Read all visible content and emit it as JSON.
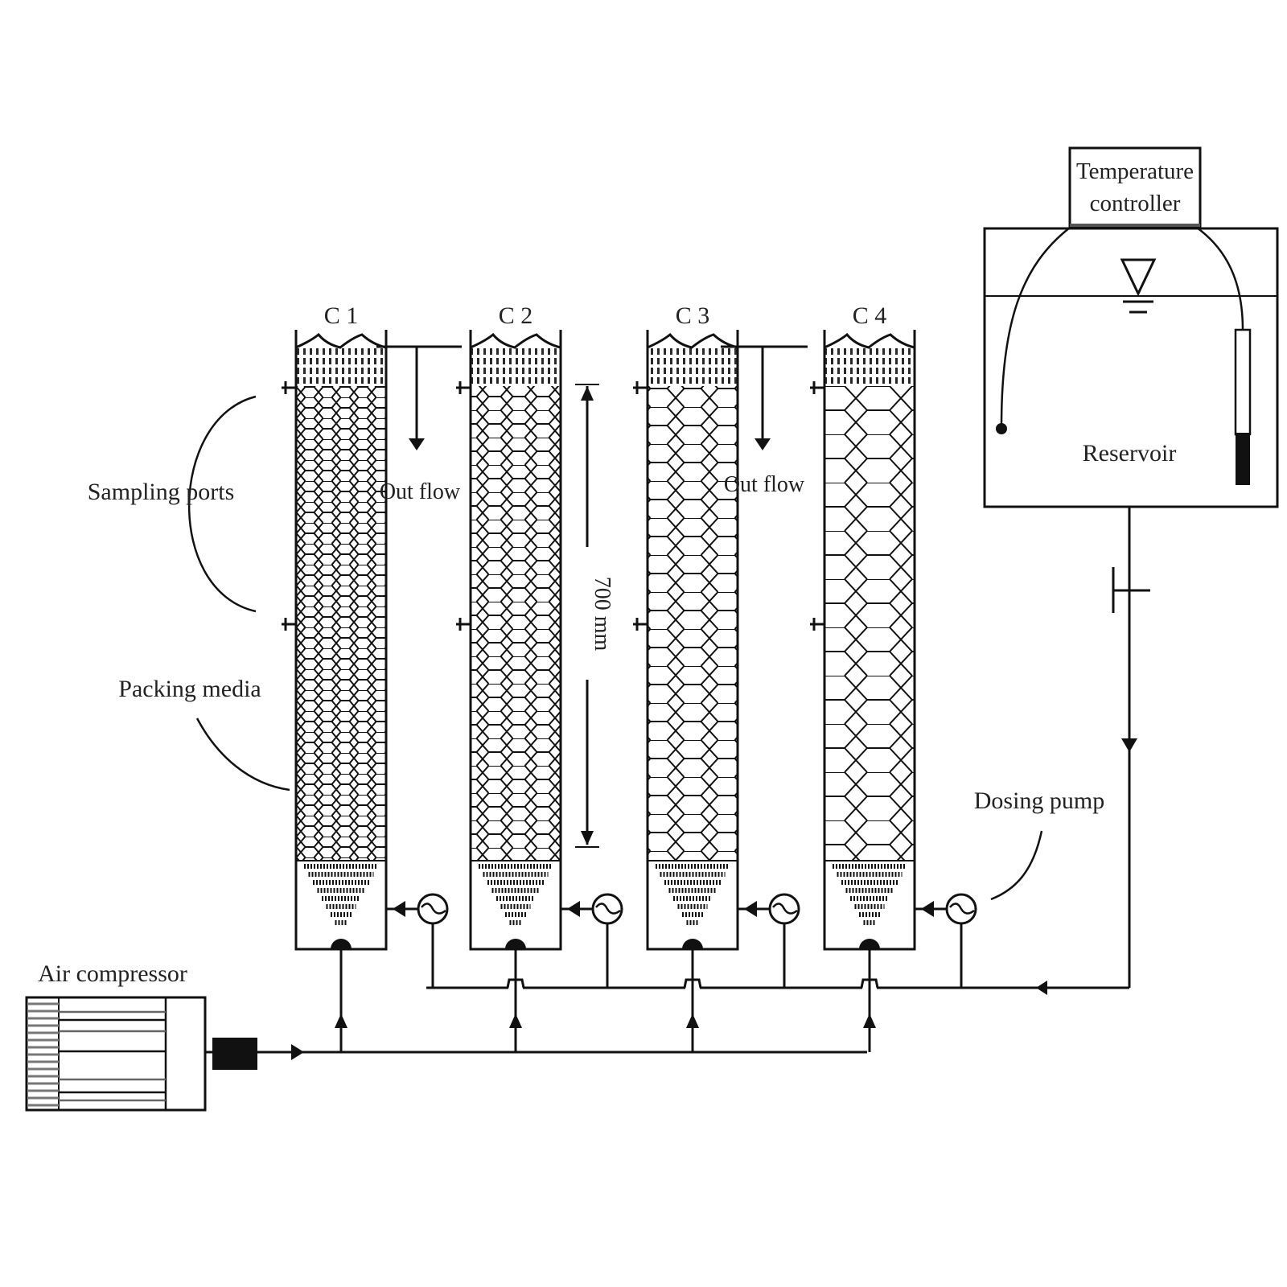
{
  "diagram": {
    "type": "process-schematic",
    "columns": [
      {
        "id": "C1",
        "label": "C 1",
        "media_cell_size": "small"
      },
      {
        "id": "C2",
        "label": "C 2",
        "media_cell_size": "medium"
      },
      {
        "id": "C3",
        "label": "C 3",
        "media_cell_size": "large"
      },
      {
        "id": "C4",
        "label": "C 4",
        "media_cell_size": "extra-large"
      }
    ],
    "labels": {
      "sampling_ports": "Sampling ports",
      "packing_media": "Packing media",
      "out_flow_1": "Out flow",
      "out_flow_2": "Out flow",
      "height_dimension": "700 mm",
      "temperature_controller_line1": "Temperature",
      "temperature_controller_line2": "controller",
      "reservoir": "Reservoir",
      "dosing_pump": "Dosing pump",
      "air_compressor": "Air compressor"
    },
    "components": [
      "air-compressor",
      "air-filter",
      "air-distribution-line",
      "dosing-pumps",
      "reservoir",
      "temperature-controller",
      "heater",
      "temperature-sensor",
      "feed-valve",
      "biofilter-columns"
    ],
    "colors": {
      "line": "#111111",
      "background": "#ffffff"
    }
  }
}
